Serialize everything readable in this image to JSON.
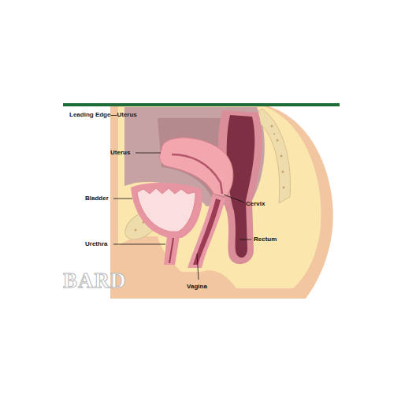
{
  "diagram": {
    "title": "Leading Edge—Uterus",
    "labels": [
      "Uterus",
      "Bladder",
      "Cervix",
      "Urethra",
      "Rectum",
      "Vagina",
      "BARD"
    ]
  }
}
